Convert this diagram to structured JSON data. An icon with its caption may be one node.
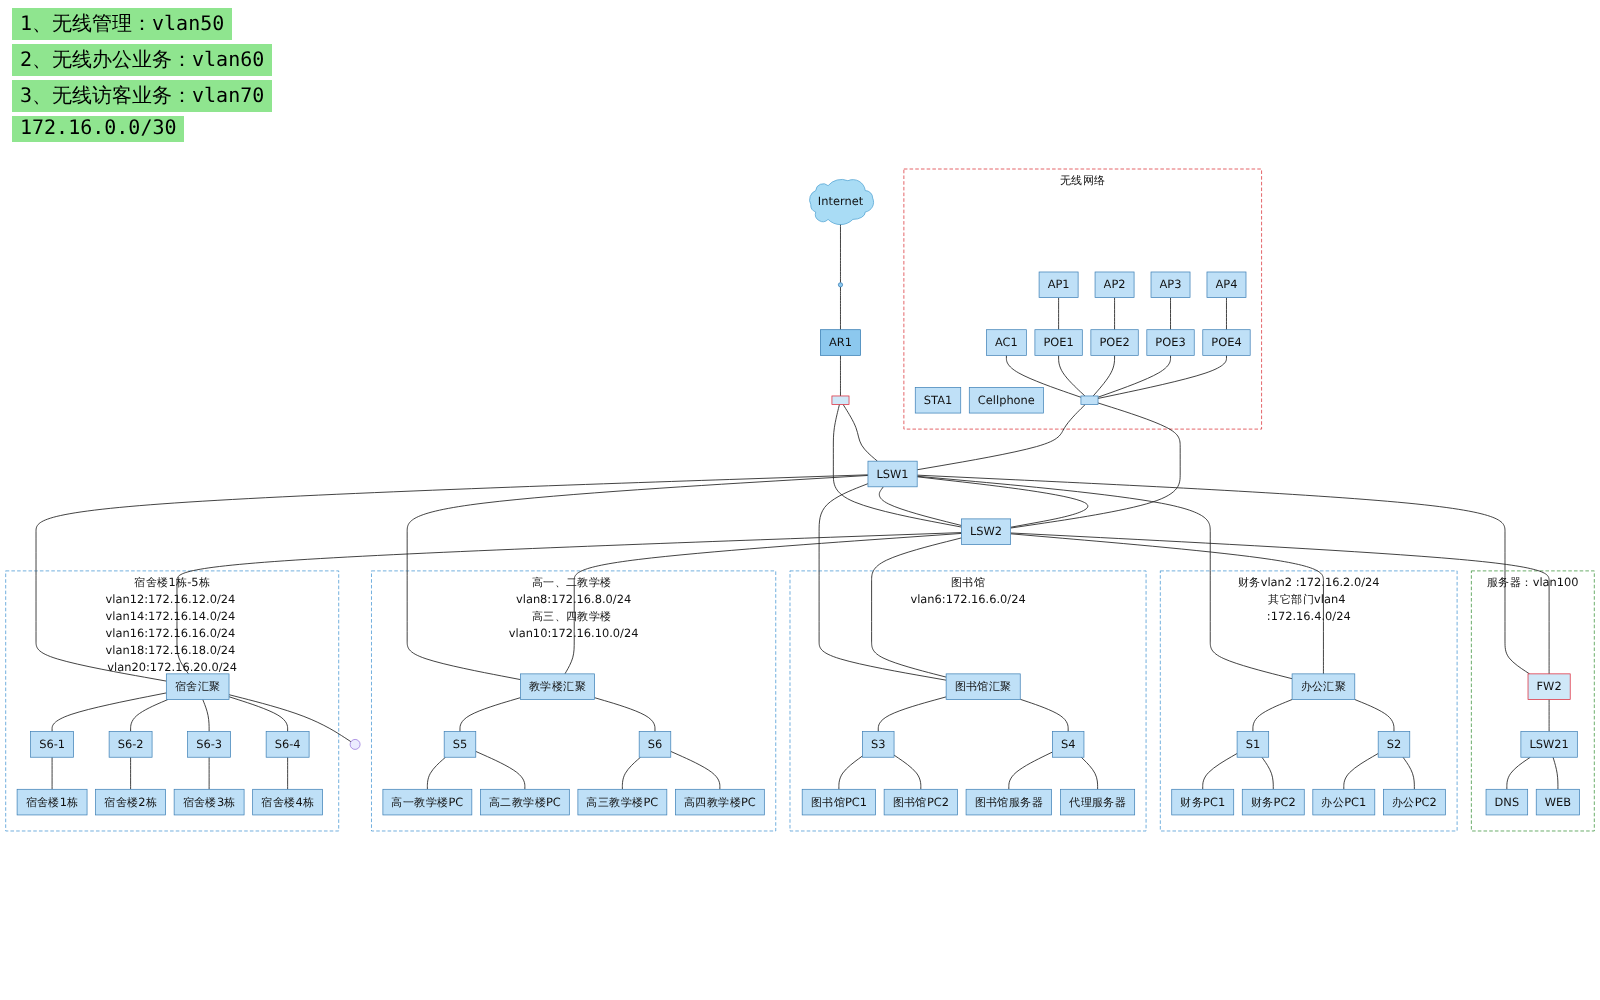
{
  "diagram": {
    "nodes": [
      {
        "text": [
          "Internet"
        ]
      },
      {
        "text": [],
        "shape": "circle"
      },
      {
        "text": [
          "AR1"
        ]
      },
      {
        "text": [],
        "shape": "box"
      },
      {
        "text": [
          "LSW1"
        ]
      },
      {
        "text": [
          "LSW2"
        ]
      },
      {
        "text": [
          "无线网络"
        ]
      },
      {
        "text": [
          "STA1"
        ],
        "in": 6
      },
      {
        "text": [
          "Cellphone"
        ],
        "in": 6
      },
      {
        "text": [
          "AC1"
        ],
        "in": 6
      },
      {
        "text": [],
        "shape": "box",
        "in": 6
      },
      {
        "text": [
          "POE1"
        ],
        "in": 6
      },
      {
        "text": [
          "POE2"
        ],
        "in": 6
      },
      {
        "text": [
          "POE3"
        ],
        "in": 6
      },
      {
        "text": [
          "POE4"
        ],
        "in": 6
      },
      {
        "text": [
          "AP1"
        ],
        "in": 6
      },
      {
        "text": [
          "AP2"
        ],
        "in": 6
      },
      {
        "text": [
          "AP3"
        ],
        "in": 6
      },
      {
        "text": [
          "AP4"
        ],
        "in": 6
      },
      {
        "text": [
          "服务器：vlan100"
        ]
      },
      {
        "text": [
          "FW2"
        ],
        "in": 19
      },
      {
        "text": [
          "LSW21"
        ],
        "in": 19
      },
      {
        "text": [
          "DNS"
        ],
        "in": 19
      },
      {
        "text": [
          "WEB"
        ],
        "in": 19
      },
      {
        "text": [
          "财务vlan2 :172.16.2.0/24",
          "其它部门vlan4 :172.16.4.0/24"
        ]
      },
      {
        "text": [
          "办公汇聚"
        ],
        "in": 24
      },
      {
        "text": [
          "S1"
        ],
        "in": 24
      },
      {
        "text": [
          "S2"
        ],
        "in": 24
      },
      {
        "text": [
          "财务PC1"
        ],
        "in": 24
      },
      {
        "text": [
          "财务PC2"
        ],
        "in": 24
      },
      {
        "text": [
          "办公PC1"
        ],
        "in": 24
      },
      {
        "text": [
          "办公PC2"
        ],
        "in": 24
      },
      {
        "text": [
          "图书馆",
          "vlan6:172.16.6.0/24"
        ]
      },
      {
        "text": [
          "图书馆汇聚"
        ],
        "in": 32
      },
      {
        "text": [
          "S3"
        ],
        "in": 32
      },
      {
        "text": [
          "S4"
        ],
        "in": 32
      },
      {
        "text": [
          "图书馆PC1"
        ],
        "in": 32
      },
      {
        "text": [
          "图书馆PC2"
        ],
        "in": 32
      },
      {
        "text": [
          "图书馆服务器"
        ],
        "in": 32
      },
      {
        "text": [
          "代理服务器"
        ],
        "in": 32
      },
      {
        "text": [
          "高一、二教学楼 vlan8:172.16.8.0/24",
          "高三、四教学楼 vlan10:172.16.10.0/24"
        ]
      },
      {
        "text": [
          "教学楼汇聚"
        ],
        "in": 40
      },
      {
        "text": [
          "S5"
        ],
        "in": 40
      },
      {
        "text": [
          "S6"
        ],
        "in": 40
      },
      {
        "text": [
          "高一教学楼PC"
        ],
        "in": 40
      },
      {
        "text": [
          "高二教学楼PC"
        ],
        "in": 40
      },
      {
        "text": [
          "高三教学楼PC"
        ],
        "in": 40
      },
      {
        "text": [
          "高四教学楼PC"
        ],
        "in": 40
      },
      {
        "text": [
          "宿舍楼1栋-5栋",
          "vlan12:172.16.12.0/24 vlan14:172.16.14.0/24 vlan16:172.16.16.0/24 vlan18:172.16.18.0/24 vlan20:172.16.20.0/24"
        ]
      },
      {
        "text": [
          "宿舍汇聚"
        ],
        "in": 48
      },
      {
        "text": [
          "S6-1"
        ],
        "in": 48
      },
      {
        "text": [
          "S6-2"
        ],
        "in": 48
      },
      {
        "text": [
          "S6-3"
        ],
        "in": 48
      },
      {
        "text": [
          "S6-4"
        ],
        "in": 48
      },
      {
        "text": [
          "宿舍楼1栋"
        ],
        "in": 48
      },
      {
        "text": [
          "宿舍楼2栋"
        ],
        "in": 48
      },
      {
        "text": [
          "宿舍楼3栋"
        ],
        "in": 48
      },
      {
        "text": [
          "宿舍楼4栋"
        ],
        "in": 48
      }
    ],
    "edges": [
      {
        "from": 0,
        "to": 1,
        "arrow": "none"
      },
      {
        "from": 1,
        "to": 2,
        "arrow": "none"
      },
      {
        "from": 2,
        "to": 3,
        "arrow": "none"
      },
      {
        "from": 3,
        "to": 4,
        "arrow": "none"
      },
      {
        "from": 3,
        "to": 5,
        "arrow": "none"
      },
      {
        "from": 4,
        "to": 5,
        "arrow": "none"
      },
      {
        "from": 4,
        "to": 5,
        "arrow": "none"
      },
      {
        "from": 10,
        "to": 4,
        "arrow": "none"
      },
      {
        "from": 10,
        "to": 5,
        "arrow": "none"
      },
      {
        "from": 9,
        "to": 10,
        "arrow": "none"
      },
      {
        "from": 11,
        "to": 10,
        "arrow": "none"
      },
      {
        "from": 12,
        "to": 10,
        "arrow": "none"
      },
      {
        "from": 13,
        "to": 10,
        "arrow": "none"
      },
      {
        "from": 14,
        "to": 10,
        "arrow": "none"
      },
      {
        "from": 15,
        "to": 11,
        "arrow": "none"
      },
      {
        "from": 16,
        "to": 12,
        "arrow": "none"
      },
      {
        "from": 17,
        "to": 13,
        "arrow": "none"
      },
      {
        "from": 18,
        "to": 14,
        "arrow": "none"
      },
      {
        "from": 4,
        "to": 20,
        "arrow": "none"
      },
      {
        "from": 5,
        "to": 20,
        "arrow": "none"
      },
      {
        "from": 20,
        "to": 21,
        "arrow": "none"
      },
      {
        "from": 21,
        "to": 22,
        "arrow": "none"
      },
      {
        "from": 21,
        "to": 23,
        "arrow": "none"
      },
      {
        "from": 4,
        "to": 25,
        "arrow": "none"
      },
      {
        "from": 5,
        "to": 25,
        "arrow": "none"
      },
      {
        "from": 25,
        "to": 26,
        "arrow": "none"
      },
      {
        "from": 25,
        "to": 27,
        "arrow": "none"
      },
      {
        "from": 26,
        "to": 28,
        "arrow": "none"
      },
      {
        "from": 26,
        "to": 29,
        "arrow": "none"
      },
      {
        "from": 27,
        "to": 30,
        "arrow": "none"
      },
      {
        "from": 27,
        "to": 31,
        "arrow": "none"
      },
      {
        "from": 4,
        "to": 33,
        "arrow": "none"
      },
      {
        "from": 5,
        "to": 33,
        "arrow": "none"
      },
      {
        "from": 33,
        "to": 34,
        "arrow": "none"
      },
      {
        "from": 33,
        "to": 35,
        "arrow": "none"
      },
      {
        "from": 34,
        "to": 36,
        "arrow": "none"
      },
      {
        "from": 34,
        "to": 37,
        "arrow": "none"
      },
      {
        "from": 35,
        "to": 38,
        "arrow": "none"
      },
      {
        "from": 35,
        "to": 39,
        "arrow": "none"
      },
      {
        "from": 4,
        "to": 41,
        "arrow": "none"
      },
      {
        "from": 5,
        "to": 41,
        "arrow": "none"
      },
      {
        "from": 41,
        "to": 42,
        "arrow": "none"
      },
      {
        "from": 41,
        "to": 43,
        "arrow": "none"
      },
      {
        "from": 42,
        "to": 44,
        "arrow": "none"
      },
      {
        "from": 42,
        "to": 45,
        "arrow": "none"
      },
      {
        "from": 43,
        "to": 46,
        "arrow": "none"
      },
      {
        "from": 43,
        "to": 47,
        "arrow": "none"
      },
      {
        "from": 4,
        "to": 49,
        "arrow": "none"
      },
      {
        "from": 5,
        "to": 49,
        "arrow": "none"
      },
      {
        "from": 49,
        "to": 50,
        "arrow": "none"
      },
      {
        "from": 49,
        "to": 51,
        "arrow": "none"
      },
      {
        "from": 49,
        "to": 52,
        "arrow": "none"
      },
      {
        "from": 49,
        "to": 53,
        "arrow": "none"
      },
      {
        "from": 49,
        "to": null,
        "arrow": "none"
      },
      {
        "from": 50,
        "to": 54,
        "arrow": "none"
      },
      {
        "from": 51,
        "to": 55,
        "arrow": "none"
      },
      {
        "from": 52,
        "to": 56,
        "arrow": "none"
      },
      {
        "from": 53,
        "to": 57,
        "arrow": "none"
      }
    ],
    "labels": [
      "1、无线管理：vlan50",
      "2、无线办公业务：vlan60",
      "3、无线访客业务：vlan70",
      "172.16.0.0/30"
    ]
  }
}
